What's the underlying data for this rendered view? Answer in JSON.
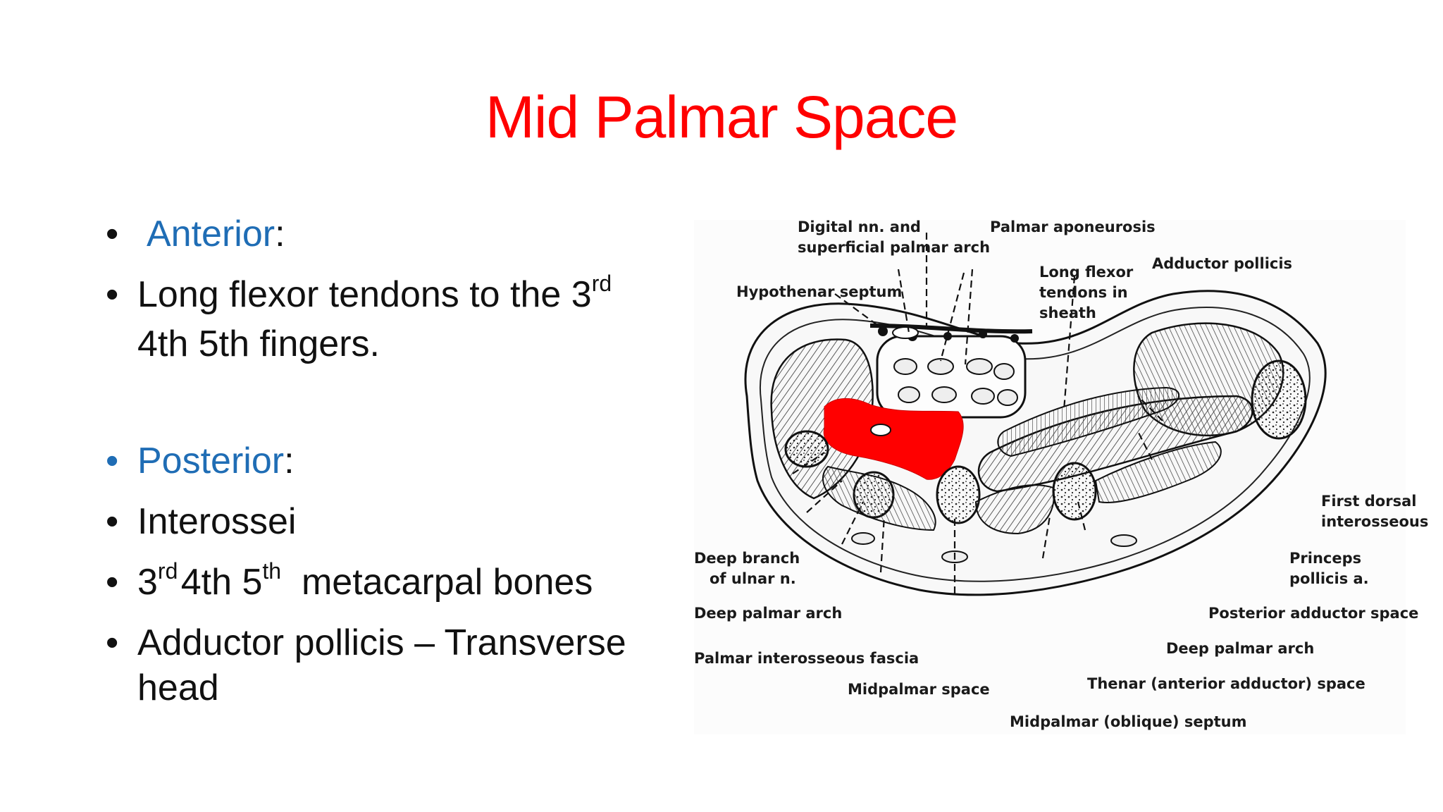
{
  "slide": {
    "title": "Mid Palmar Space",
    "bullets": [
      {
        "text": "Anterior",
        "suffix": ":"
      },
      {
        "line1_a": "Long flexor tendons to the 3",
        "line1_sup": "rd",
        "line2": "4th 5th fingers."
      },
      {
        "text": "Posterior",
        "suffix": ":"
      },
      {
        "text": "Interossei"
      },
      {
        "a": "3",
        "sup_a": "rd",
        "b": "4th 5",
        "sup_b": "th",
        "c": "  metacarpal bones"
      },
      {
        "line1": "Adductor pollicis – Transverse",
        "line2": "head"
      }
    ]
  },
  "figure": {
    "labels": {
      "digital_nn_1": "Digital nn. and",
      "digital_nn_2": "superficial palmar arch",
      "palmar_aponeurosis": "Palmar aponeurosis",
      "long_flexor_1": "Long flexor",
      "long_flexor_2": "tendons in",
      "long_flexor_3": "sheath",
      "adductor_pollicis": "Adductor pollicis",
      "hypothenar_septum": "Hypothenar septum",
      "first_dorsal_1": "First dorsal",
      "first_dorsal_2": "interosseous",
      "deep_branch_1": "Deep branch",
      "deep_branch_2": "of ulnar n.",
      "princeps_1": "Princeps",
      "princeps_2": "pollicis a.",
      "deep_palmar_arch_left": "Deep palmar arch",
      "posterior_adductor_space": "Posterior adductor space",
      "palmar_interosseous_fascia": "Palmar interosseous fascia",
      "deep_palmar_arch_right": "Deep palmar arch",
      "midpalmar_space": "Midpalmar space",
      "thenar_space": "Thenar (anterior adductor) space",
      "midpalmar_septum": "Midpalmar (oblique) septum"
    },
    "colors": {
      "highlight": "#ff0000",
      "ink": "#1a1a1a"
    }
  }
}
